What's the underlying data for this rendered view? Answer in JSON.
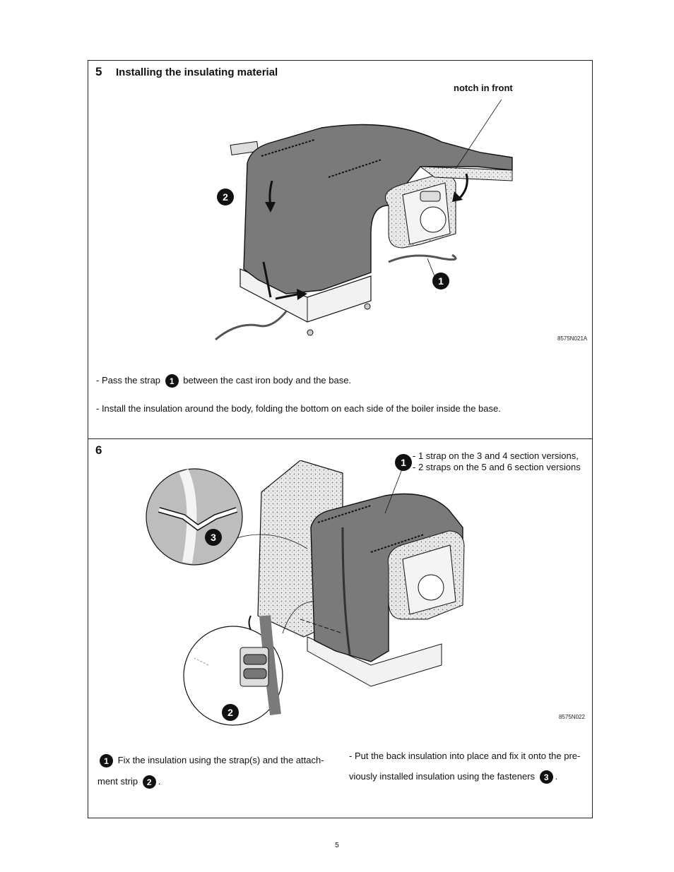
{
  "section5": {
    "number": "5",
    "title": "Installing the insulating material",
    "notch_label": "notch in front",
    "figure_ref": "8575N021A",
    "callout_1": "1",
    "callout_2": "2",
    "line1_pre": "- Pass the strap",
    "line1_badge": "1",
    "line1_post": "between the cast iron body and the base.",
    "line2": "- Install the insulation around the body, folding the bottom on each side of the boiler inside the base."
  },
  "section6": {
    "number": "6",
    "legend_badge": "1",
    "legend_line1": "- 1 strap on the 3 and 4 section versions,",
    "legend_line2": "- 2 straps on the 5 and 6 section versions",
    "figure_ref": "8575N022",
    "callout_2": "2",
    "callout_3": "3",
    "left_badge_1": "1",
    "left_text_a": "Fix the insulation using the strap(s) and the attach-",
    "left_text_b": "ment strip",
    "left_badge_2": "2",
    "left_text_end": ".",
    "right_text_a": "- Put the back insulation into place and fix it onto the pre-",
    "right_text_b": "viously installed insulation using the fasteners",
    "right_badge_3": "3",
    "right_text_end": "."
  },
  "page_number": "5",
  "colors": {
    "insulation": "#7a7a7a",
    "foam": "#e4e4e4",
    "line": "#111111"
  }
}
